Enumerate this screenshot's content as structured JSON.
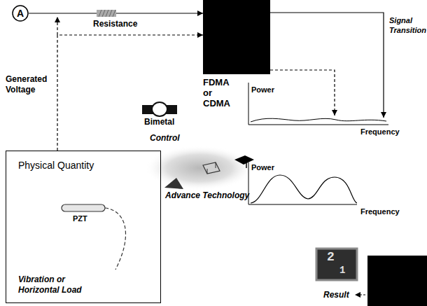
{
  "diagram": {
    "nodes": [
      {
        "text": [
          "A"
        ]
      },
      {
        "text": [
          "FDMA or CDMA"
        ]
      },
      {
        "text": [
          "Physical Quantity",
          "PZT",
          "Vibration or Horizontal Load"
        ]
      }
    ],
    "edges": [
      {
        "from": 0,
        "to": 1,
        "arrow": "to"
      },
      {
        "from": 2,
        "to": 1,
        "arrow": "to"
      }
    ],
    "labels": [
      "Resistance",
      "Generated Voltage",
      "Bimetal",
      "Control",
      "Advance Technology",
      "Signal Transition",
      "Power",
      "Frequency",
      "Power",
      "Frequency",
      "2",
      "1",
      "Result"
    ]
  }
}
